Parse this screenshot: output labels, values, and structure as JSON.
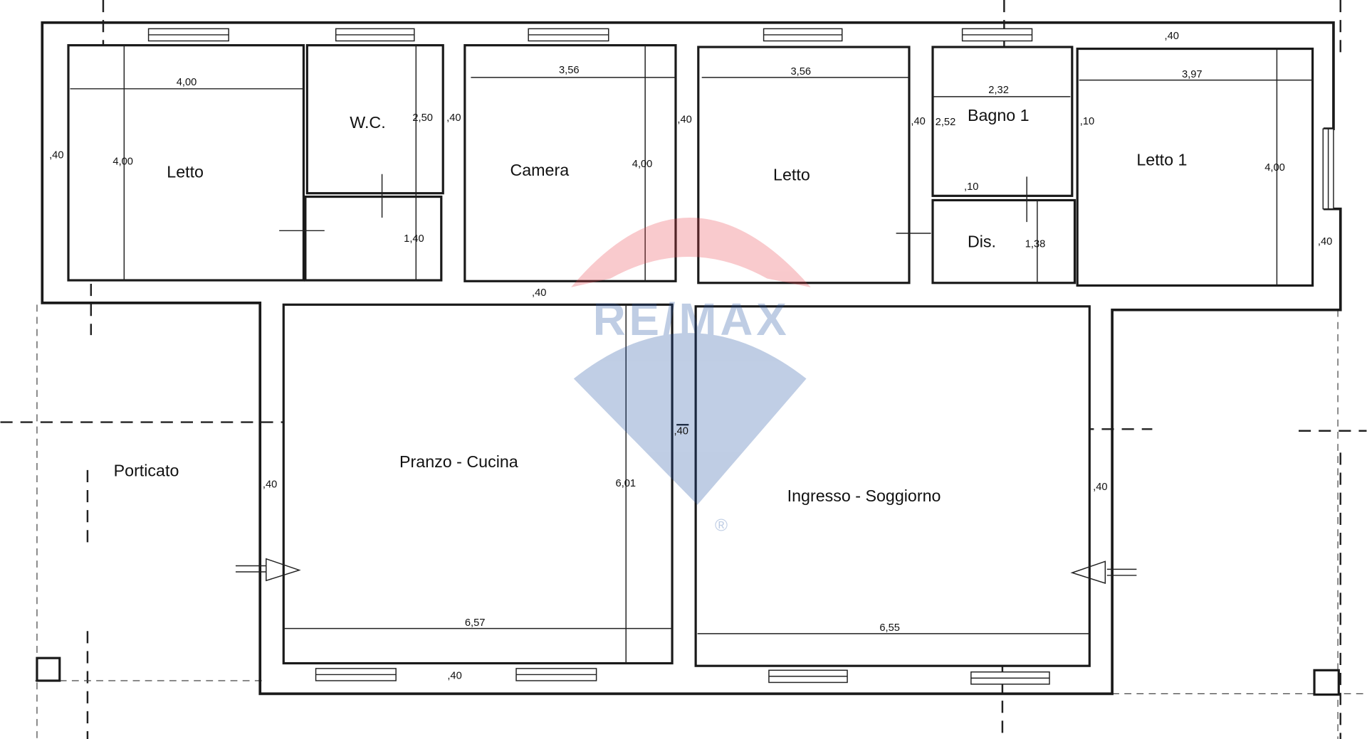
{
  "plan": {
    "rooms": [
      "Letto",
      "W.C.",
      "Camera",
      "Letto",
      "Bagno 1",
      "Letto 1",
      "Dis.",
      "Porticato",
      "Pranzo - Cucina",
      "Ingresso - Soggiorno"
    ],
    "dimensions": [
      "4,00",
      "4,00",
      ",40",
      "2,50",
      ",40",
      "1,40",
      "3,56",
      "4,00",
      ",40",
      ",40",
      "3,56",
      ",40",
      "2,52",
      "2,32",
      ",10",
      ",10",
      "1,38",
      ",40",
      "3,97",
      "4,00",
      ",40",
      ",40",
      ",40",
      "6,01",
      "6,57",
      ",40",
      "6,55",
      ",40"
    ]
  },
  "watermark": {
    "text": "RE/MAX",
    "registered": "®",
    "colors": {
      "red": "#e8404a",
      "blue": "#1e4fa0"
    }
  }
}
